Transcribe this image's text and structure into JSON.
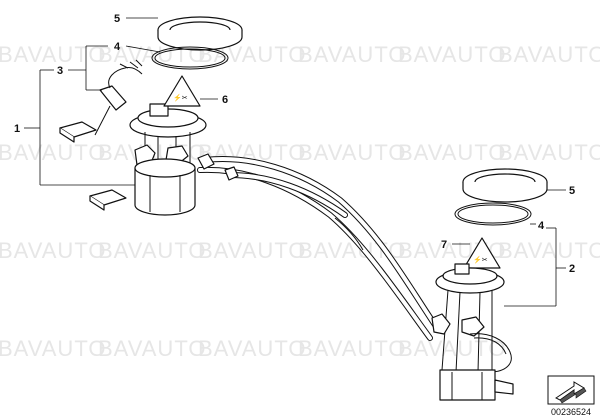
{
  "watermark": "BAVAUTO",
  "reference_number": "00236524",
  "callouts": {
    "c1": "1",
    "c2": "2",
    "c3": "3",
    "c4a": "4",
    "c4b": "4",
    "c5a": "5",
    "c5b": "5",
    "c6": "6",
    "c7": "7"
  }
}
